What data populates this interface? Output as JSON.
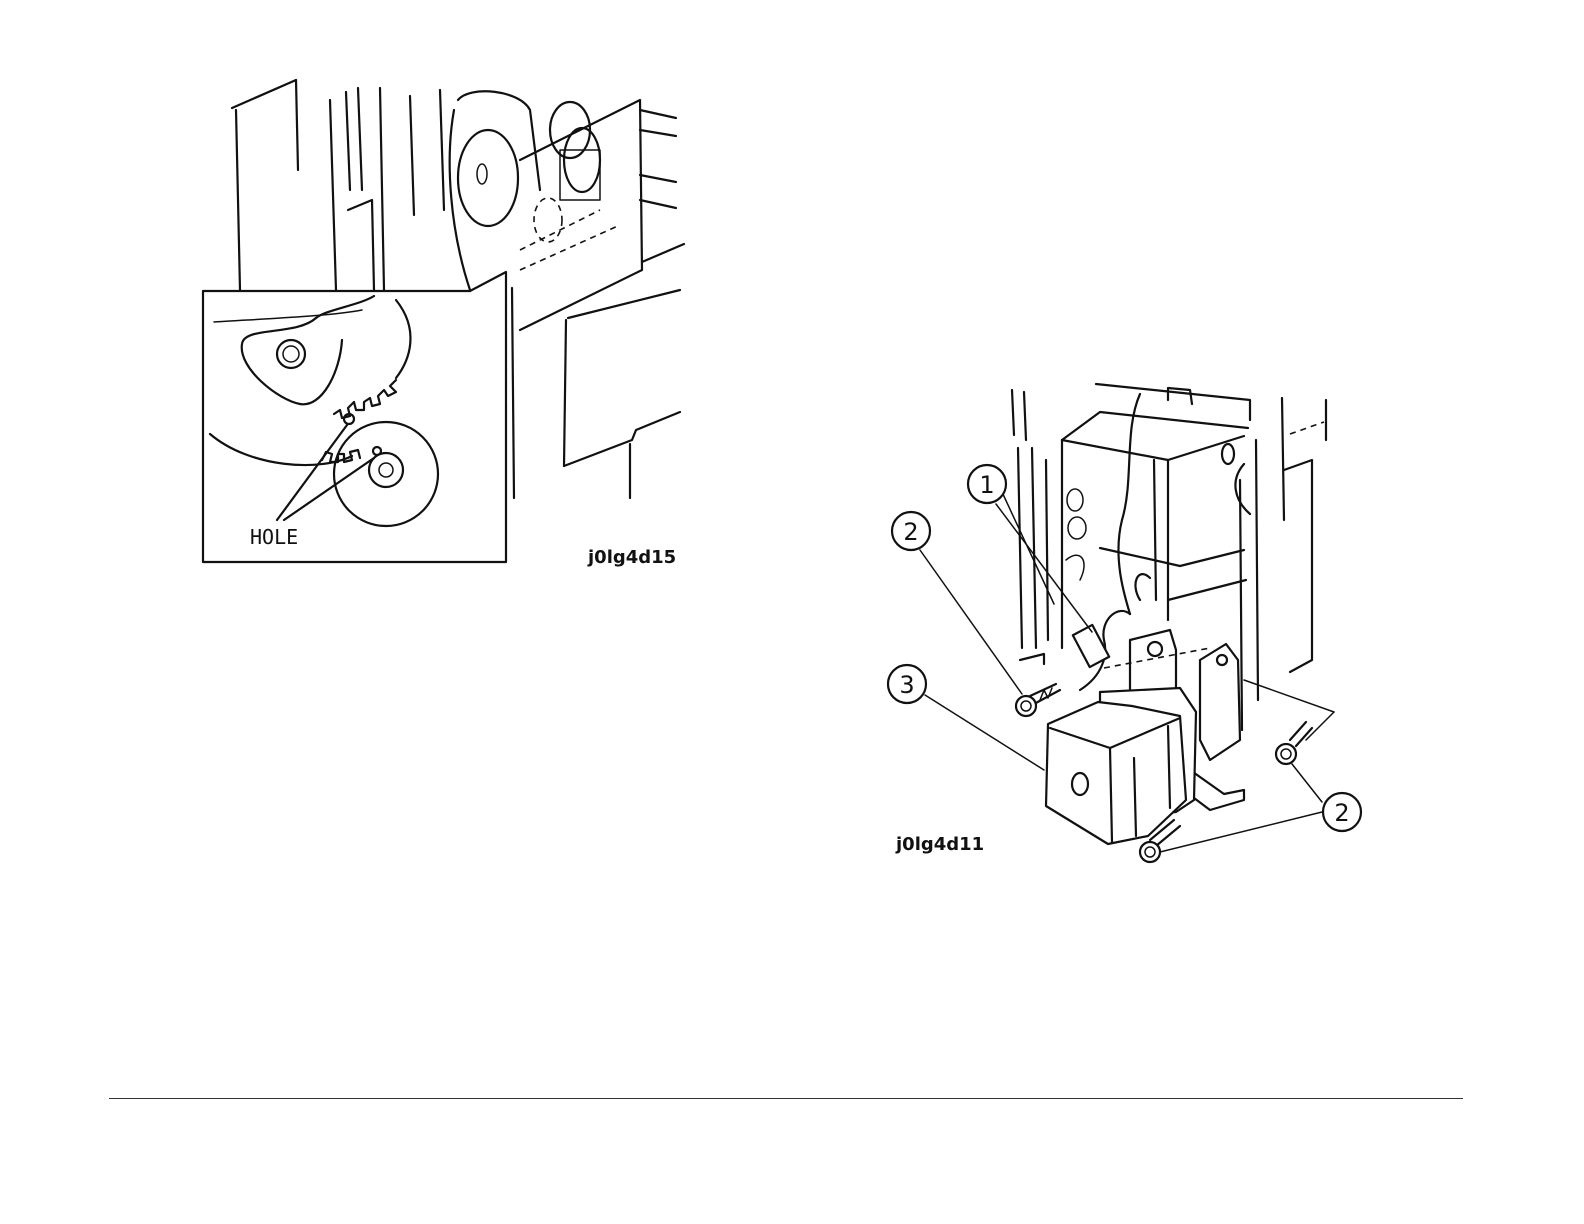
{
  "figure_left": {
    "id_label": "j0lg4d15",
    "callouts": {
      "hole": "HOLE"
    }
  },
  "figure_right": {
    "id_label": "j0lg4d11",
    "callouts": {
      "c1": "1",
      "c2a": "2",
      "c2b": "2",
      "c3": "3"
    }
  }
}
